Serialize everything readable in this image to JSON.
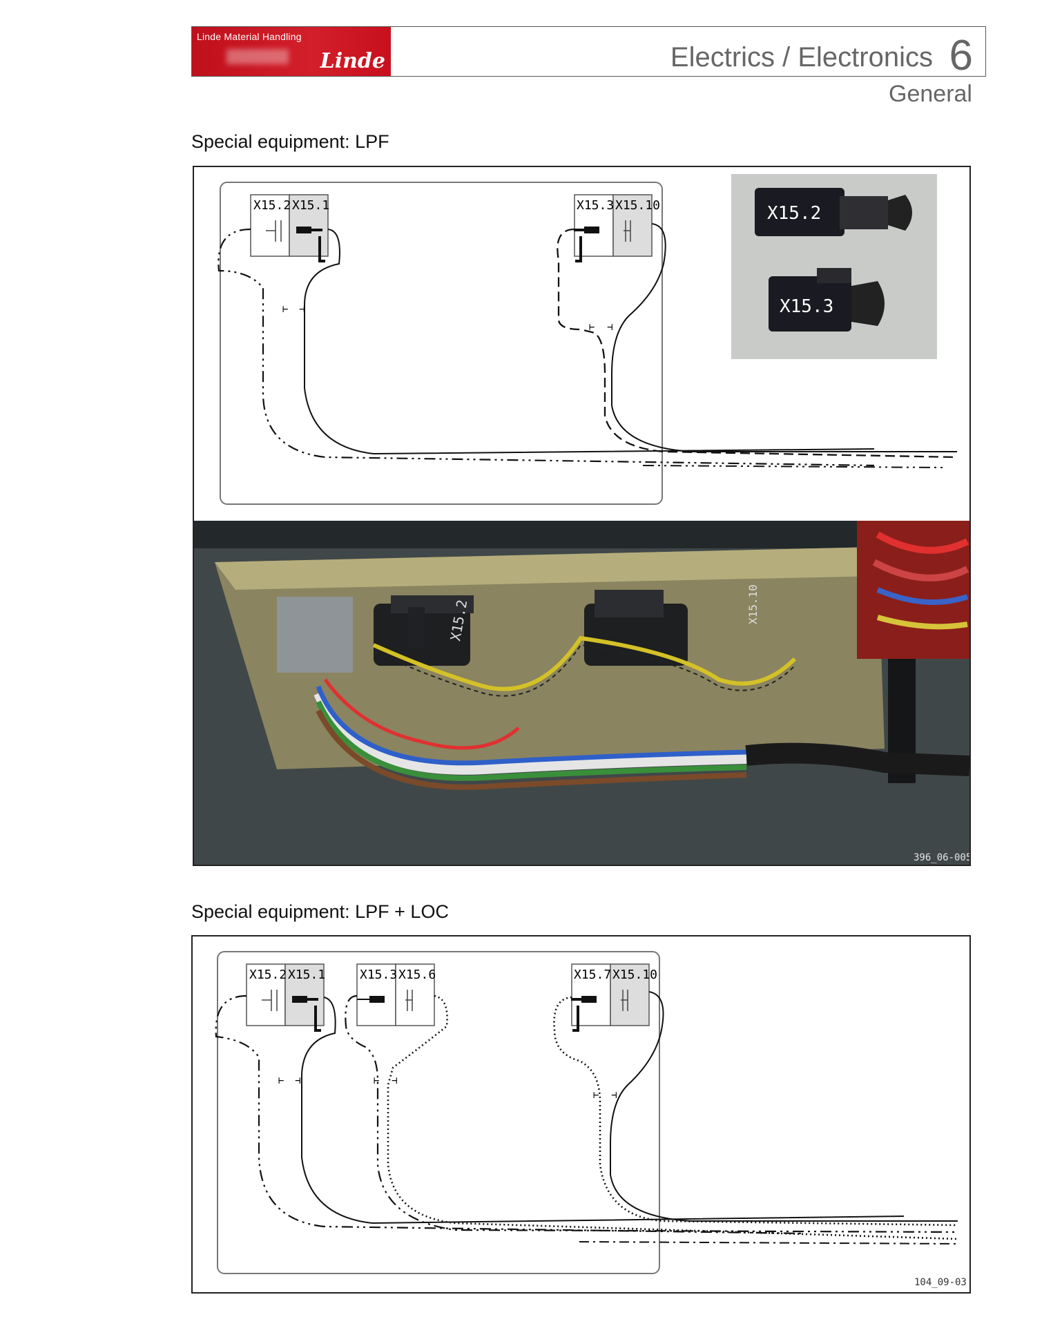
{
  "header": {
    "company": "Linde Material Handling",
    "brand": "Linde",
    "chapter_title": "Electrics / Electronics",
    "chapter_number": "6",
    "subtitle": "General"
  },
  "section1": {
    "heading": "Special equipment: LPF",
    "connectors": {
      "left_a": "X15.2",
      "left_b": "X15.1",
      "right_a": "X15.3",
      "right_b": "X15.10"
    },
    "inset_labels": [
      "X15.2",
      "X15.3"
    ],
    "photo_labels": [
      "X15.2",
      "X15.10"
    ],
    "figure_id": "396_06-005"
  },
  "section2": {
    "heading": "Special equipment: LPF + LOC",
    "connectors": {
      "g1_a": "X15.2",
      "g1_b": "X15.1",
      "g2_a": "X15.3",
      "g2_b": "X15.6",
      "g3_a": "X15.7",
      "g3_b": "X15.10"
    },
    "figure_id": "104_09-03"
  },
  "colors": {
    "brand_red": "#c8101d",
    "heading_gray": "#666666"
  }
}
